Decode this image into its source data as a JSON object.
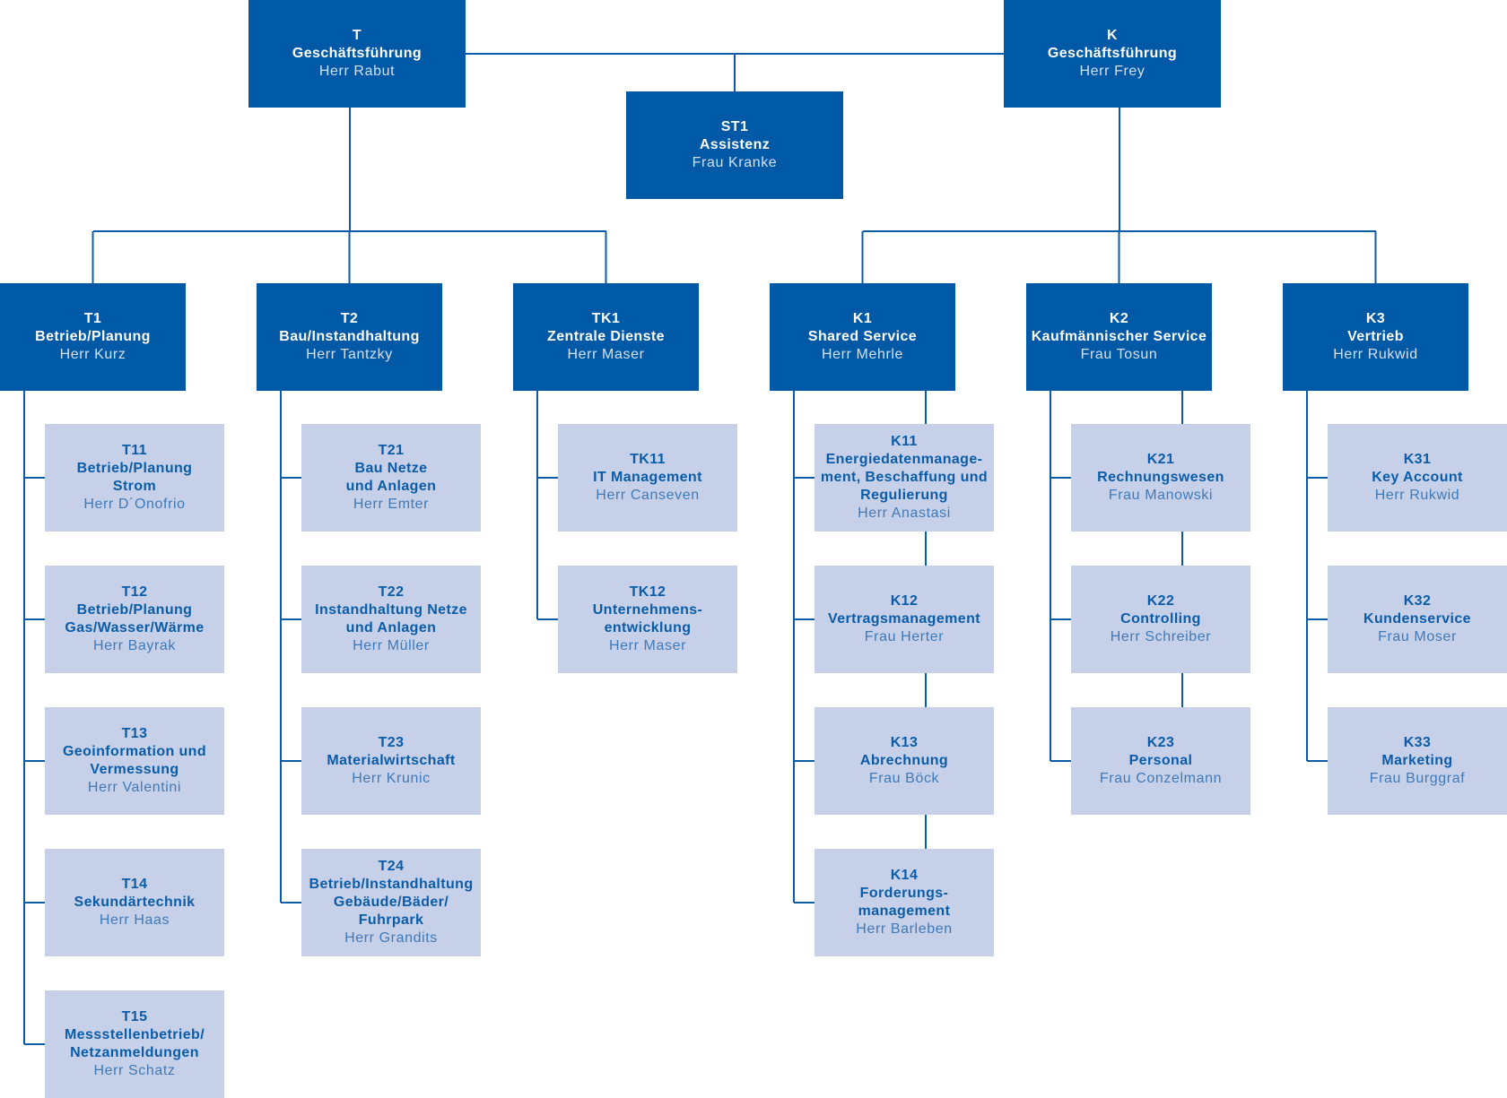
{
  "colors": {
    "leader_box": "#0059a6",
    "unit_box": "#c6d1e9",
    "connector": "#0b5ca8",
    "leader_text": "#ffffff",
    "unit_text": "#0b5ca8"
  },
  "executives": [
    {
      "id": "T",
      "code": "T",
      "name": "Geschäftsführung",
      "person": "Herr Rabut"
    },
    {
      "id": "ST1",
      "code": "ST1",
      "name": "Assistenz",
      "person": "Frau Kranke"
    },
    {
      "id": "K",
      "code": "K",
      "name": "Geschäftsführung",
      "person": "Herr Frey"
    }
  ],
  "departments": [
    {
      "id": "T1",
      "code": "T1",
      "name": "Betrieb/Planung",
      "person": "Herr Kurz",
      "units": [
        {
          "code": "T11",
          "name": "Betrieb/Planung\nStrom",
          "person": "Herr D´Onofrio"
        },
        {
          "code": "T12",
          "name": "Betrieb/Planung\nGas/Wasser/Wärme",
          "person": "Herr Bayrak"
        },
        {
          "code": "T13",
          "name": "Geoinformation und\nVermessung",
          "person": "Herr Valentini"
        },
        {
          "code": "T14",
          "name": "Sekundärtechnik",
          "person": "Herr Haas"
        },
        {
          "code": "T15",
          "name": "Messstellenbetrieb/\nNetzanmeldungen",
          "person": "Herr Schatz"
        }
      ]
    },
    {
      "id": "T2",
      "code": "T2",
      "name": "Bau/Instandhaltung",
      "person": "Herr Tantzky",
      "units": [
        {
          "code": "T21",
          "name": "Bau Netze\nund Anlagen",
          "person": "Herr Emter"
        },
        {
          "code": "T22",
          "name": "Instandhaltung Netze\nund Anlagen",
          "person": "Herr Müller"
        },
        {
          "code": "T23",
          "name": "Materialwirtschaft",
          "person": "Herr Krunic"
        },
        {
          "code": "T24",
          "name": "Betrieb/Instandhaltung\nGebäude/Bäder/\nFuhrpark",
          "person": "Herr Grandits"
        }
      ]
    },
    {
      "id": "TK1",
      "code": "TK1",
      "name": "Zentrale Dienste",
      "person": "Herr Maser",
      "units": [
        {
          "code": "TK11",
          "name": "IT Management",
          "person": "Herr Canseven"
        },
        {
          "code": "TK12",
          "name": "Unternehmens-\nentwicklung",
          "person": "Herr Maser"
        }
      ]
    },
    {
      "id": "K1",
      "code": "K1",
      "name": "Shared Service",
      "person": "Herr Mehrle",
      "units": [
        {
          "code": "K11",
          "name": "Energiedatenmanage-\nment, Beschaffung und\nRegulierung",
          "person": "Herr Anastasi"
        },
        {
          "code": "K12",
          "name": "Vertragsmanagement",
          "person": "Frau Herter"
        },
        {
          "code": "K13",
          "name": "Abrechnung",
          "person": "Frau Böck"
        },
        {
          "code": "K14",
          "name": "Forderungs-\nmanagement",
          "person": "Herr Barleben"
        }
      ]
    },
    {
      "id": "K2",
      "code": "K2",
      "name": "Kaufmännischer Service",
      "person": "Frau Tosun",
      "units": [
        {
          "code": "K21",
          "name": "Rechnungswesen",
          "person": "Frau Manowski"
        },
        {
          "code": "K22",
          "name": "Controlling",
          "person": "Herr Schreiber"
        },
        {
          "code": "K23",
          "name": "Personal",
          "person": "Frau Conzelmann"
        }
      ]
    },
    {
      "id": "K3",
      "code": "K3",
      "name": "Vertrieb",
      "person": "Herr Rukwid",
      "units": [
        {
          "code": "K31",
          "name": "Key Account",
          "person": "Herr Rukwid"
        },
        {
          "code": "K32",
          "name": "Kundenservice",
          "person": "Frau Moser"
        },
        {
          "code": "K33",
          "name": "Marketing",
          "person": "Frau Burggraf"
        }
      ]
    }
  ]
}
